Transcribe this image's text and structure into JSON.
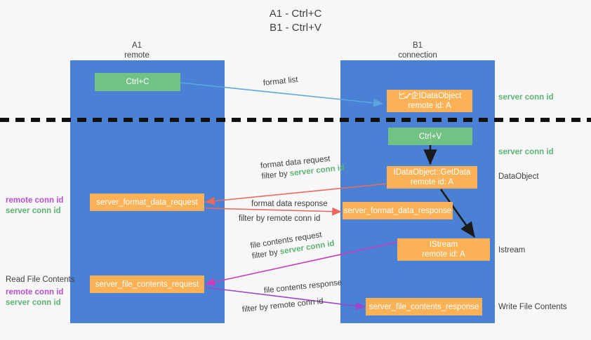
{
  "title": "A1 - Ctrl+C\nB1 - Ctrl+V",
  "columns": [
    {
      "name": "A1",
      "sub": "remote"
    },
    {
      "name": "B1",
      "sub": "connection"
    }
  ],
  "nodes": [
    {
      "id": "ctrl-c",
      "line1": "Ctrl+C",
      "line2": "",
      "color": "#72c286"
    },
    {
      "id": "idataobject",
      "line1": "匕⑇企IDataObject",
      "line2": "remote id: A",
      "color": "#fbb155"
    },
    {
      "id": "ctrl-v",
      "line1": "Ctrl+V",
      "line2": "",
      "color": "#72c286"
    },
    {
      "id": "idataobject-getdata",
      "line1": "IDataObject::GetData",
      "line2": "remote id: A",
      "color": "#fbb155"
    },
    {
      "id": "server-format-data-request",
      "line1": "server_format_data_request",
      "line2": "",
      "color": "#fbb155"
    },
    {
      "id": "server-format-data-response",
      "line1": "server_format_data_response",
      "line2": "",
      "color": "#fbb155"
    },
    {
      "id": "istream",
      "line1": "IStream",
      "line2": "remote id: A",
      "color": "#fbb155"
    },
    {
      "id": "server-file-contents-request",
      "line1": "server_file_contents_request",
      "line2": "",
      "color": "#fbb155"
    },
    {
      "id": "server-file-contents-response",
      "line1": "server_file_contents_response",
      "line2": "",
      "color": "#fbb155"
    }
  ],
  "edge_labels": {
    "format_list": "format list",
    "format_data_request": "format data request",
    "format_data_request_filter_prefix": "filter by ",
    "format_data_request_filter_value": "server conn id",
    "format_data_response": "format data response",
    "format_data_response_filter_prefix": "filter by ",
    "format_data_response_filter_value": "remote conn id",
    "file_contents_request": "file contents request",
    "file_contents_request_filter_prefix": "filter by ",
    "file_contents_request_filter_value": "server conn id",
    "file_contents_response": "file contents response",
    "file_contents_response_filter_prefix": "filter by ",
    "file_contents_response_filter_value": "remote conn id"
  },
  "right_labels": [
    {
      "id": "server-conn-id-top",
      "text": "server conn id",
      "color": "#5cb373"
    },
    {
      "id": "server-conn-id-mid",
      "text": "server conn id",
      "color": "#5cb373"
    },
    {
      "id": "dataobject",
      "text": "DataObject",
      "color": "#3c4043"
    },
    {
      "id": "istream-label",
      "text": "Istream",
      "color": "#3c4043"
    },
    {
      "id": "write-file-contents",
      "text": "Write File Contents",
      "color": "#3c4043"
    }
  ],
  "left_labels": {
    "group1": {
      "remote": "remote conn id",
      "server": "server conn id"
    },
    "read_file_contents": "Read File Contents",
    "group2": {
      "remote": "remote conn id",
      "server": "server conn id"
    }
  },
  "colors": {
    "lane": "#4a81d4",
    "green_node": "#72c286",
    "orange_node": "#fbb155",
    "green_text": "#5cb373",
    "purple_text": "#b84fd0",
    "blue_arrow": "#5ba7dd",
    "red_arrow": "#ea6a5c",
    "black_arrow": "#1b1b1b",
    "magenta_arrow": "#cc3bbd",
    "purple_arrow": "#9b47c9",
    "background": "#f7f7f7"
  }
}
